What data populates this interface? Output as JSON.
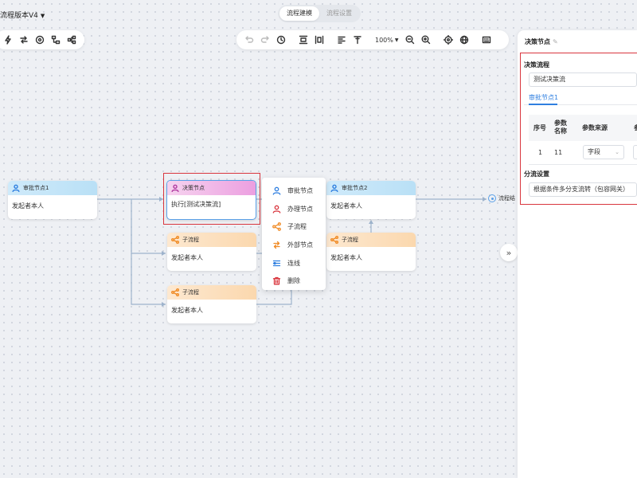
{
  "header": {
    "title": "流程版本V4",
    "tabs": [
      "流程建模",
      "流程设置"
    ],
    "active_tab": 0
  },
  "left_toolbar": {
    "icons": [
      "lightning-icon",
      "swap-icon",
      "target-icon",
      "branch-icon",
      "tree-icon"
    ]
  },
  "main_toolbar": {
    "zoom": "100%",
    "icons": [
      "undo-icon",
      "redo-icon",
      "clock-icon",
      "align-vertical-icon",
      "align-horizontal-icon",
      "align-left-icon",
      "align-top-icon",
      "zoom-out-icon",
      "zoom-in-icon",
      "locate-icon",
      "globe-icon",
      "keyboard-icon"
    ]
  },
  "nodes": {
    "approval1": {
      "title": "审批节点1",
      "body": "发起者本人"
    },
    "decision": {
      "title": "决策节点",
      "body": "执行[测试决策流]"
    },
    "approval2": {
      "title": "审批节点2",
      "body": "发起者本人"
    },
    "sub1": {
      "title": "子流程",
      "body": "发起者本人"
    },
    "sub2": {
      "title": "子流程",
      "body": "发起者本人"
    },
    "sub3": {
      "title": "子流程",
      "body": "发起者本人"
    },
    "end": {
      "title": "流程结"
    }
  },
  "context_menu": {
    "items": [
      {
        "label": "审批节点",
        "icon": "user-icon",
        "color": "#2f7fe0"
      },
      {
        "label": "办理节点",
        "icon": "user-icon",
        "color": "#d9363e"
      },
      {
        "label": "子流程",
        "icon": "subflow-icon",
        "color": "#f08a24"
      },
      {
        "label": "外部节点",
        "icon": "swap-icon",
        "color": "#f08a24"
      },
      {
        "label": "连线",
        "icon": "link-icon",
        "color": "#2f7fe0"
      },
      {
        "label": "删除",
        "icon": "trash-icon",
        "color": "#d9363e"
      }
    ]
  },
  "panel": {
    "title": "决策节点",
    "decision_flow_label": "决策流程",
    "decision_flow_value": "测试决策流",
    "tab_label": "审批节点1",
    "table": {
      "headers": [
        "序号",
        "参数名称",
        "参数来源"
      ],
      "rows": [
        {
          "index": "1",
          "name": "11",
          "source": "字段"
        }
      ]
    },
    "branch_label": "分流设置",
    "branch_value": "根据条件多分支流转（包容网关）"
  },
  "colors": {
    "accent": "#2f7fe0",
    "highlight": "#d9363e",
    "approval_head": "#b9e0f6",
    "decision_head": "#ec9fe0",
    "subflow_head": "#fbd8ae"
  }
}
